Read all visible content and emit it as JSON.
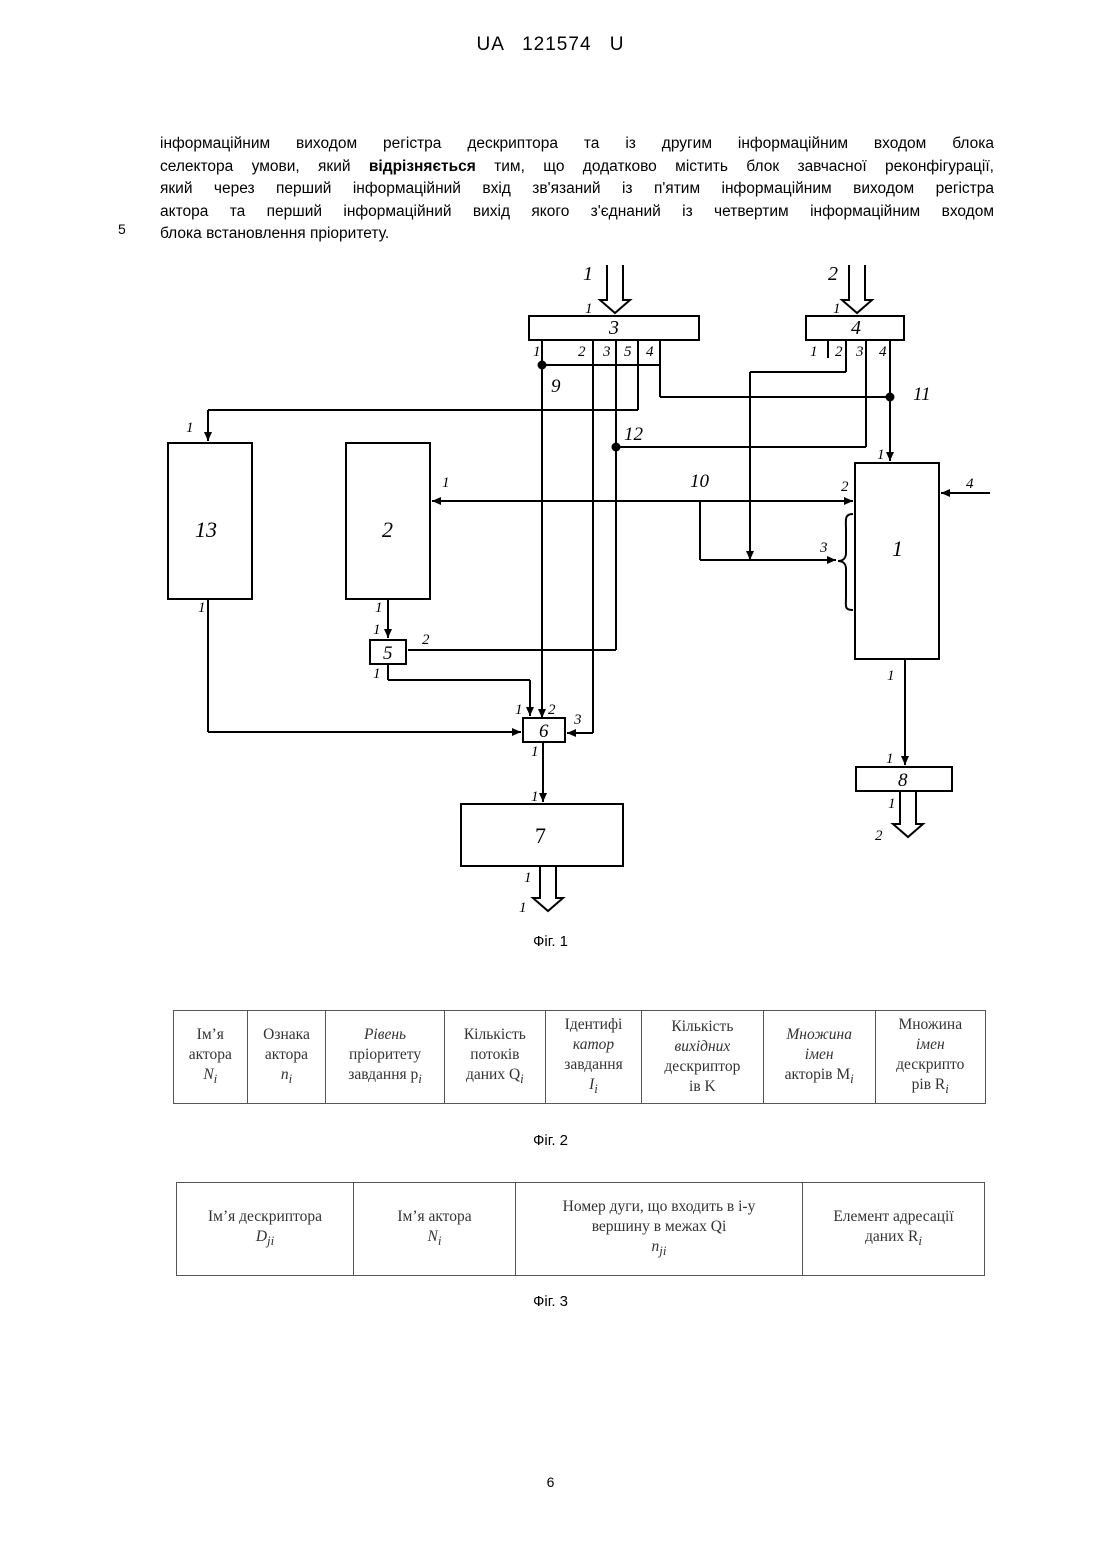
{
  "header": {
    "text": "UA   121574   U"
  },
  "paragraph": {
    "lines": [
      [
        "інформаційним виходом регістра дескриптора та із другим інформаційним входом блока",
        "",
        ""
      ],
      [
        "селектора умови, який ",
        "відрізняється",
        " тим, що додатково містить блок завчасної реконфігурації,"
      ],
      [
        "який через перший інформаційний вхід зв'язаний із п'ятим інформаційним виходом регістра",
        "",
        ""
      ],
      [
        "актора та перший інформаційний вихід якого з'єднаний із четвертим інформаційним входом",
        "",
        ""
      ],
      [
        "блока встановлення пріоритету.",
        "",
        ""
      ]
    ],
    "line_number": "5"
  },
  "figure1": {
    "caption": "Фіг. 1",
    "blocks": {
      "b1": "1",
      "b2": "2",
      "b3": "3",
      "b4": "4",
      "b5": "5",
      "b6": "6",
      "b7": "7",
      "b8": "8",
      "b13": "13"
    },
    "labels": {
      "in1_top": "1",
      "in1_num": "1",
      "in2_top": "2",
      "in2_num": "1",
      "r3_p1": "1",
      "r3_p2": "2",
      "r3_p3": "3",
      "r3_p5": "5",
      "r3_p4": "4",
      "r4_p1": "1",
      "r4_p2": "2",
      "r4_p3": "3",
      "r4_p4": "4",
      "n9": "9",
      "n10": "10",
      "n11": "11",
      "n12": "12",
      "b13_in": "1",
      "b13_out": "1",
      "b2_in": "1",
      "b2_out": "1",
      "b5_in": "1",
      "b5_in2": "2",
      "b5_out": "1",
      "b6_in1": "1",
      "b6_in2": "2",
      "b6_in3": "3",
      "b6_out": "1",
      "b7_in": "1",
      "b7_out": "1",
      "out1": "1",
      "b1_in1": "1",
      "b1_in2": "2",
      "b1_in3": "3",
      "b1_in4": "4",
      "b1_out": "1",
      "b8_in": "1",
      "b8_out": "1",
      "out2": "2"
    }
  },
  "figure2": {
    "caption": "Фіг. 2",
    "cells": [
      [
        "Ім’я",
        "актора",
        "N",
        "i"
      ],
      [
        "Ознака",
        "актора",
        "n",
        "i"
      ],
      [
        "Рівень",
        "пріоритету",
        "завдання p",
        "i"
      ],
      [
        "Кількість",
        "потоків",
        "даних Q",
        "i"
      ],
      [
        "Ідентифі",
        "катор",
        "завдання",
        "I",
        "i"
      ],
      [
        "Кількість",
        "вихідних",
        "дескриптор",
        "ів K"
      ],
      [
        "Множина",
        "імен",
        "акторів M",
        "i"
      ],
      [
        "Множина",
        "імен",
        "дескрипто",
        "рів R",
        "i"
      ]
    ]
  },
  "figure3": {
    "caption": "Фіг. 3",
    "cells": [
      [
        "Ім’я дескриптора",
        "D",
        "ji"
      ],
      [
        "Ім’я актора",
        "N",
        "i"
      ],
      [
        "Номер дуги, що входить в і-у",
        "вершину в межах Qi",
        "n",
        "ji"
      ],
      [
        "Елемент адресації",
        "даних R",
        "i"
      ]
    ]
  },
  "page_number": "6"
}
